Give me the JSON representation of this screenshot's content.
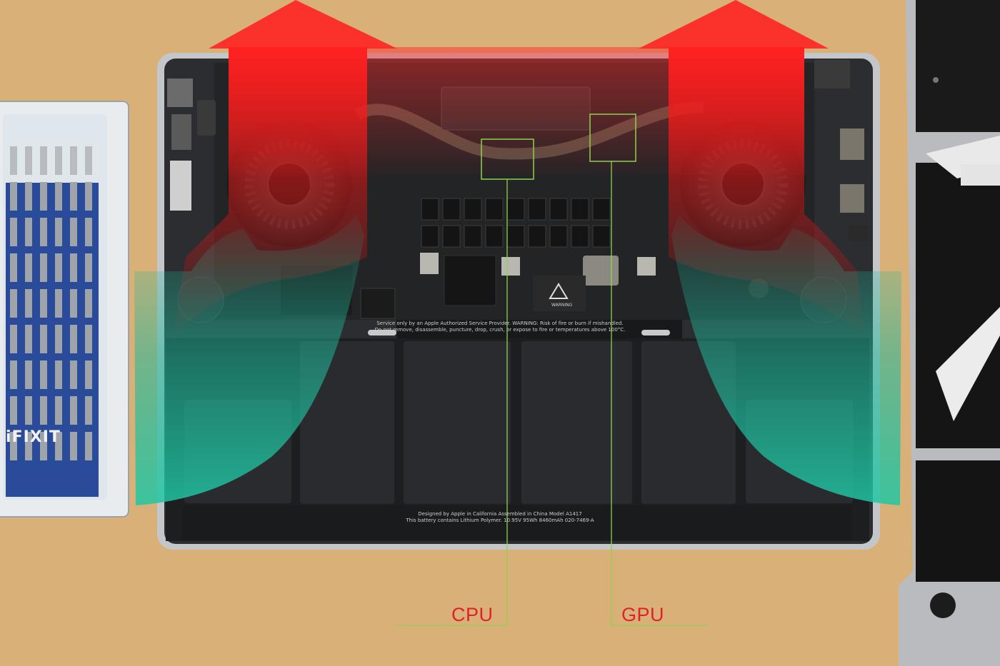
{
  "labels": {
    "cpu": "CPU",
    "gpu": "GPU"
  },
  "printed_text": {
    "service_line_1": "Service only by an Apple Authorized Service Provider. WARNING: Risk of fire or burn if mishandled.",
    "service_line_2": "Do not remove, disassemble, puncture, drop, crush, or expose to fire or temperatures above 100°C.",
    "warning": "WARNING",
    "battery_line_1": "Designed by Apple in California   Assembled in China   Model A1417",
    "battery_line_2": "This battery contains Lithium Polymer. 10.95V 95Wh 8460mAh 020-7469-A",
    "toolkit_brand": "iFIXIT"
  },
  "colors": {
    "hot_air": "#e81c1c",
    "cool_air": "#1fb89a",
    "chip_outline": "#8fd14f",
    "label_text": "#e0212a",
    "desk": "#d9b078"
  }
}
